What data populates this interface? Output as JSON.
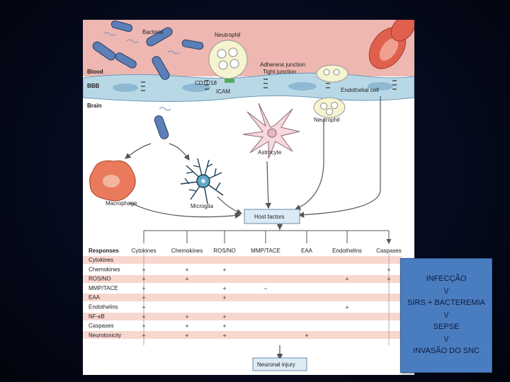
{
  "labels": {
    "bacteria": "Bacteria",
    "neutrophil_top": "Neutrophil",
    "blood": "Blood",
    "bbb": "BBB",
    "brain": "Brain",
    "adherens": "Adherens junction",
    "tight": "Tight junction",
    "cd11": "CD11/18",
    "icam": "ICAM",
    "endothelial": "Endothelial cell",
    "neutrophil_brain": "Neutrophil",
    "astrocyte": "Astrocyte",
    "macrophage": "Macrophage",
    "microglia": "Microglia",
    "host_factors": "Host factors",
    "neuronal_injury": "Neuronal injury"
  },
  "table": {
    "title": "Responses",
    "columns": [
      "Cytokines",
      "Chemokines",
      "ROS/NO",
      "MMP/TACE",
      "EAA",
      "Endothelins",
      "Caspases"
    ],
    "rows": [
      {
        "label": "Cytokines",
        "cells": [
          "",
          "",
          "",
          "",
          "",
          "",
          ""
        ]
      },
      {
        "label": "Chemokines",
        "cells": [
          "+",
          "+",
          "+",
          "",
          "",
          "",
          "+"
        ]
      },
      {
        "label": "ROS/NO",
        "cells": [
          "+",
          "+",
          "",
          "",
          "",
          "+",
          "+"
        ]
      },
      {
        "label": "MMP/TACE",
        "cells": [
          "+",
          "",
          "+",
          "−",
          "",
          "",
          ""
        ]
      },
      {
        "label": "EAA",
        "cells": [
          "+",
          "",
          "+",
          "",
          "",
          "",
          ""
        ]
      },
      {
        "label": "Endothelins",
        "cells": [
          "+",
          "",
          "",
          "",
          "",
          "+",
          ""
        ]
      },
      {
        "label": "NF-κB",
        "cells": [
          "+",
          "+",
          "+",
          "",
          "",
          "",
          ""
        ]
      },
      {
        "label": "Caspases",
        "cells": [
          "+",
          "+",
          "+",
          "",
          "",
          "",
          ""
        ]
      },
      {
        "label": "Neurotoxicity",
        "cells": [
          "+",
          "+",
          "+",
          "",
          "+",
          "",
          ""
        ]
      }
    ]
  },
  "callout": {
    "l1": "INFECÇÃO",
    "l2": "\\/",
    "l3": "SIRS + BACTEREMIA",
    "l4": "\\/",
    "l5": "SEPSE",
    "l6": "\\/",
    "l7": "INVASÃO DO SNC"
  },
  "colors": {
    "blood": "#e9aaa4",
    "bbb": "#b9d8e6",
    "bacteria": "#5b7fb6",
    "rbc": "#e0604e",
    "neutrophil": "#f6f4cf",
    "astrocyte": "#f7d8de",
    "microglia": "#5fa8c8",
    "macrophage": "#e97a5c",
    "row_pink": "#f8d7cf",
    "callout": "#4a7cc0"
  }
}
